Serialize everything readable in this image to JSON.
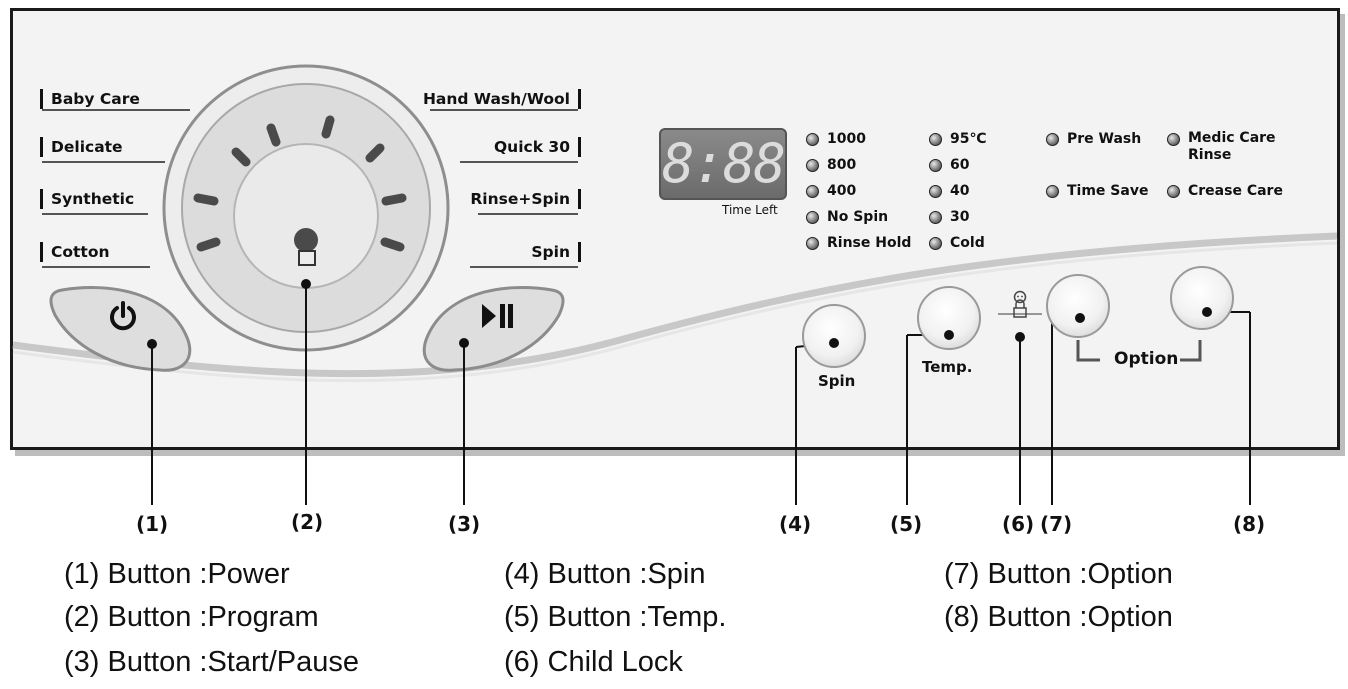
{
  "programs_left": [
    "Baby Care",
    "Delicate",
    "Synthetic",
    "Cotton"
  ],
  "programs_right": [
    "Hand Wash/Wool",
    "Quick 30",
    "Rinse+Spin",
    "Spin"
  ],
  "display": {
    "digits": "8:88",
    "caption": "Time Left"
  },
  "spin_options": [
    "1000",
    "800",
    "400",
    "No Spin",
    "Rinse Hold"
  ],
  "temp_options": [
    "95℃",
    "60",
    "40",
    "30",
    "Cold"
  ],
  "extra_options": [
    "Pre Wash",
    "Medic Care Rinse",
    "Time Save",
    "Crease Care"
  ],
  "button_labels": {
    "spin": "Spin",
    "temp": "Temp.",
    "option": "Option"
  },
  "icons": {
    "power": "power-icon",
    "start_pause": "play-pause-icon",
    "child_lock": "child-lock-icon"
  },
  "callouts": [
    "(1)",
    "(2)",
    "(3)",
    "(4)",
    "(5)",
    "(6)",
    "(7)",
    "(8)"
  ],
  "legend": {
    "col1": [
      "(1) Button :Power",
      "(2) Button :Program",
      "(3) Button :Start/Pause"
    ],
    "col2": [
      "(4) Button :Spin",
      "(5) Button :Temp.",
      "(6) Child Lock"
    ],
    "col3": [
      "(7) Button :Option",
      "(8) Button :Option"
    ]
  }
}
